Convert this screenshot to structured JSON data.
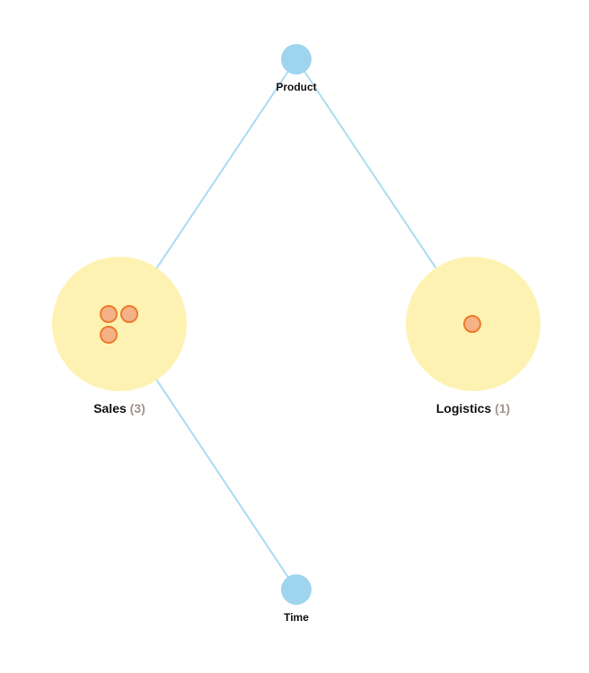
{
  "dimensions": [
    {
      "id": "product",
      "label": "Product"
    },
    {
      "id": "time",
      "label": "Time"
    }
  ],
  "facts": [
    {
      "id": "sales",
      "label": "Sales",
      "count": "(3)",
      "members": 3
    },
    {
      "id": "logistics",
      "label": "Logistics",
      "count": "(1)",
      "members": 1
    }
  ],
  "links": [
    [
      "product",
      "sales"
    ],
    [
      "product",
      "logistics"
    ],
    [
      "time",
      "sales"
    ]
  ],
  "colors": {
    "dimension": "#9fd4ef",
    "fact": "#fef2b3",
    "member_fill": "#f3b287",
    "member_stroke": "#ef7a2c",
    "link": "#a9dcf1"
  }
}
